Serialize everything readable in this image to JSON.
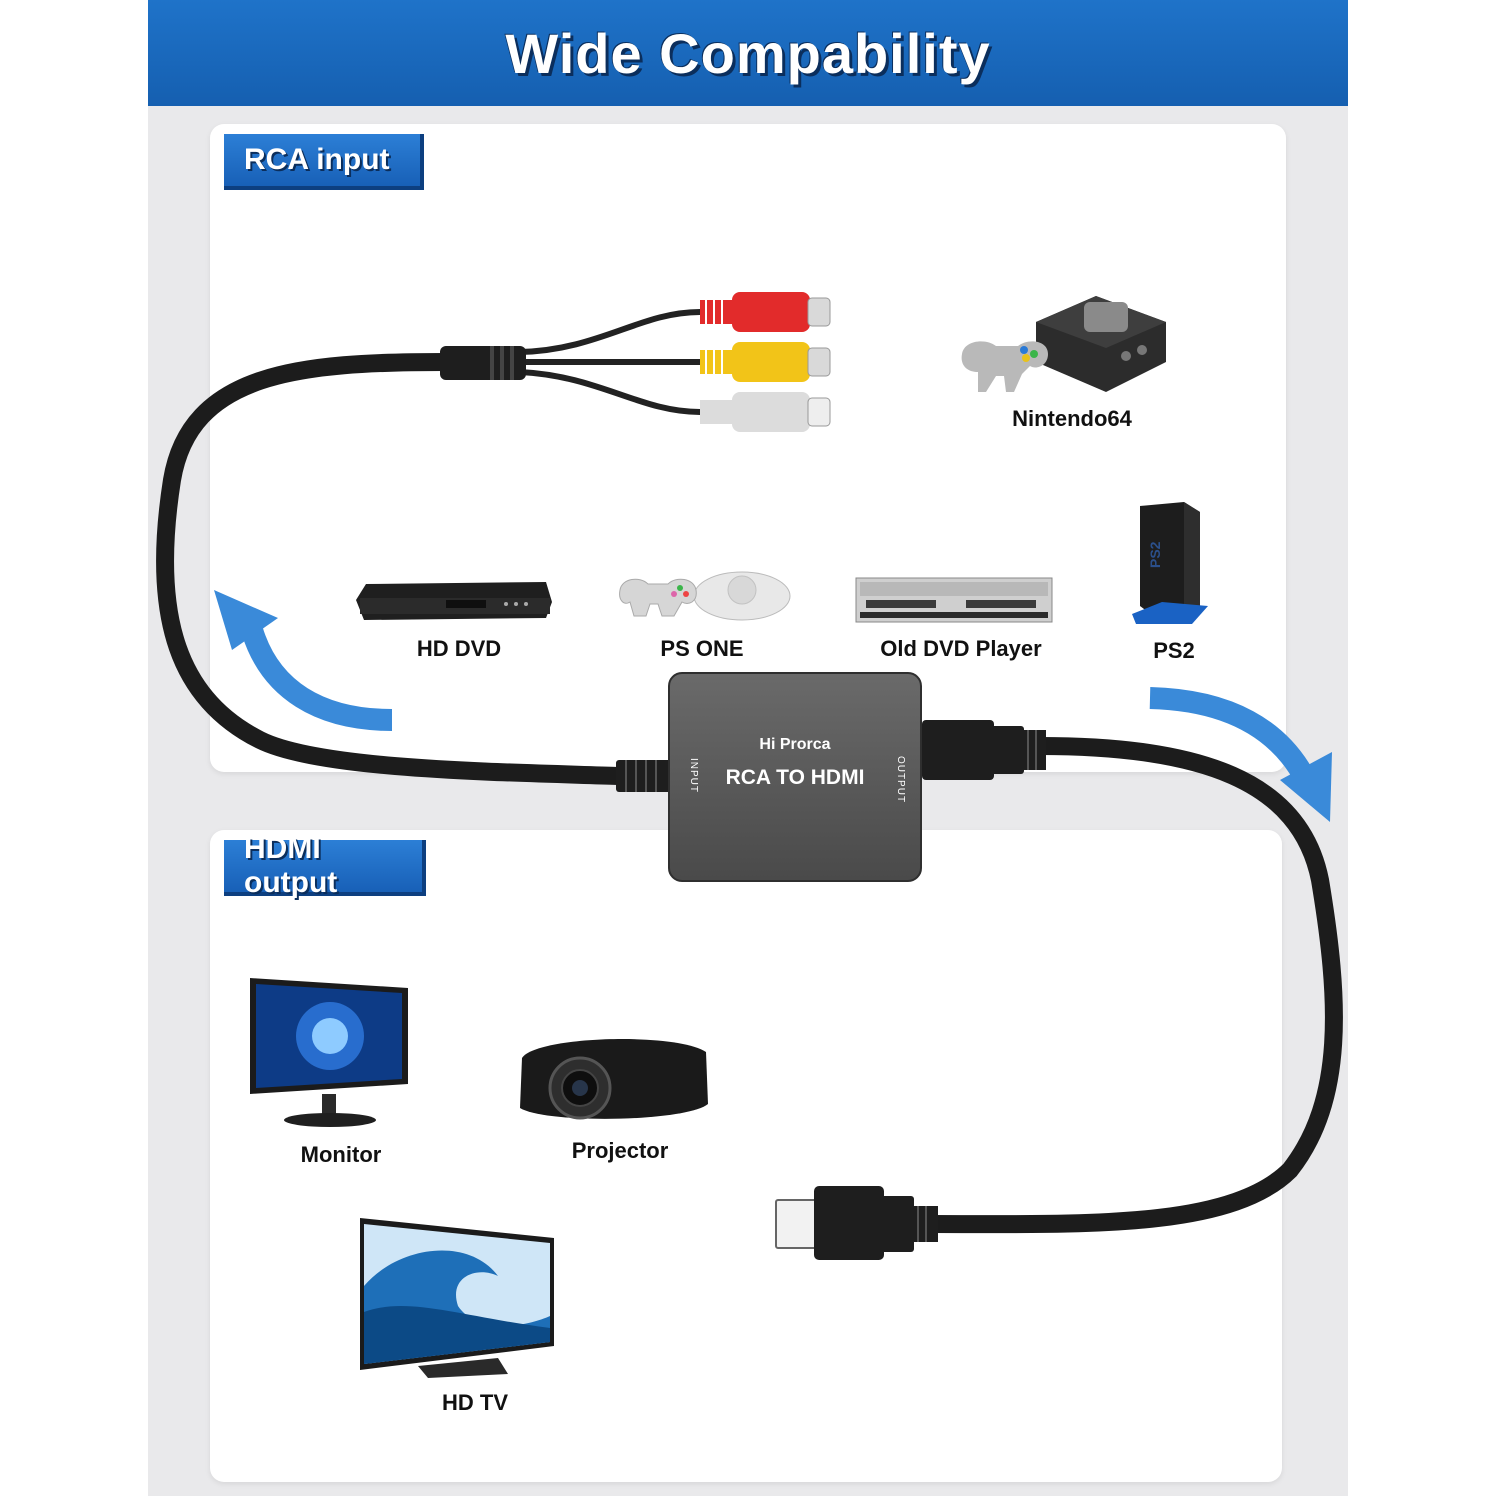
{
  "banner": {
    "title": "Wide Compability"
  },
  "input_section": {
    "tag": "RCA input",
    "devices": [
      {
        "id": "nintendo64",
        "label": "Nintendo64",
        "icon": "n64-console-icon"
      },
      {
        "id": "hd-dvd",
        "label": "HD DVD",
        "icon": "dvd-player-icon"
      },
      {
        "id": "ps-one",
        "label": "PS ONE",
        "icon": "ps-one-console-icon"
      },
      {
        "id": "old-dvd",
        "label": "Old DVD Player",
        "icon": "vcr-dvd-combo-icon"
      },
      {
        "id": "ps2",
        "label": "PS2",
        "icon": "ps2-console-icon"
      }
    ]
  },
  "adapter": {
    "brand": "Hi Prorca",
    "model": "RCA TO HDMI",
    "input_port": "INPUT",
    "output_port": "OUTPUT"
  },
  "output_section": {
    "tag": "HDMI output",
    "devices": [
      {
        "id": "monitor",
        "label": "Monitor",
        "icon": "monitor-icon"
      },
      {
        "id": "projector",
        "label": "Projector",
        "icon": "projector-icon"
      },
      {
        "id": "hd-tv",
        "label": "HD TV",
        "icon": "tv-icon"
      }
    ]
  },
  "colors": {
    "banner_blue": "#1a6ac0",
    "arrow_blue": "#3a8ad9",
    "rca_red": "#e22b2b",
    "rca_yellow": "#f2c418",
    "rca_white": "#dcdcdc",
    "cable": "#1c1c1c"
  }
}
